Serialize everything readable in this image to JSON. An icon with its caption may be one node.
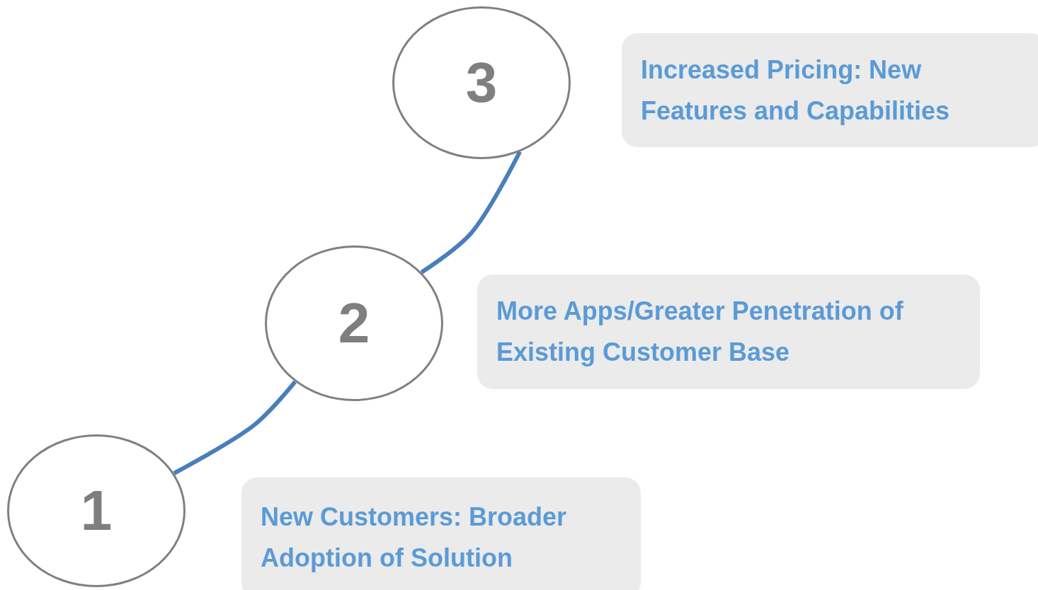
{
  "diagram": {
    "nodes": [
      {
        "text": [
          "3"
        ]
      },
      {
        "text": [
          "Increased Pricing: New Features and Capabilities"
        ]
      },
      {
        "text": [
          "2"
        ]
      },
      {
        "text": [
          "More Apps/Greater Penetration of Existing Customer Base"
        ]
      },
      {
        "text": [
          "1"
        ]
      },
      {
        "text": [
          "New Customers: Broader Adoption of Solution"
        ]
      }
    ],
    "edges": [
      {
        "from": 4,
        "to": 2,
        "arrow": "none"
      },
      {
        "from": 2,
        "to": 0,
        "arrow": "none"
      }
    ]
  }
}
